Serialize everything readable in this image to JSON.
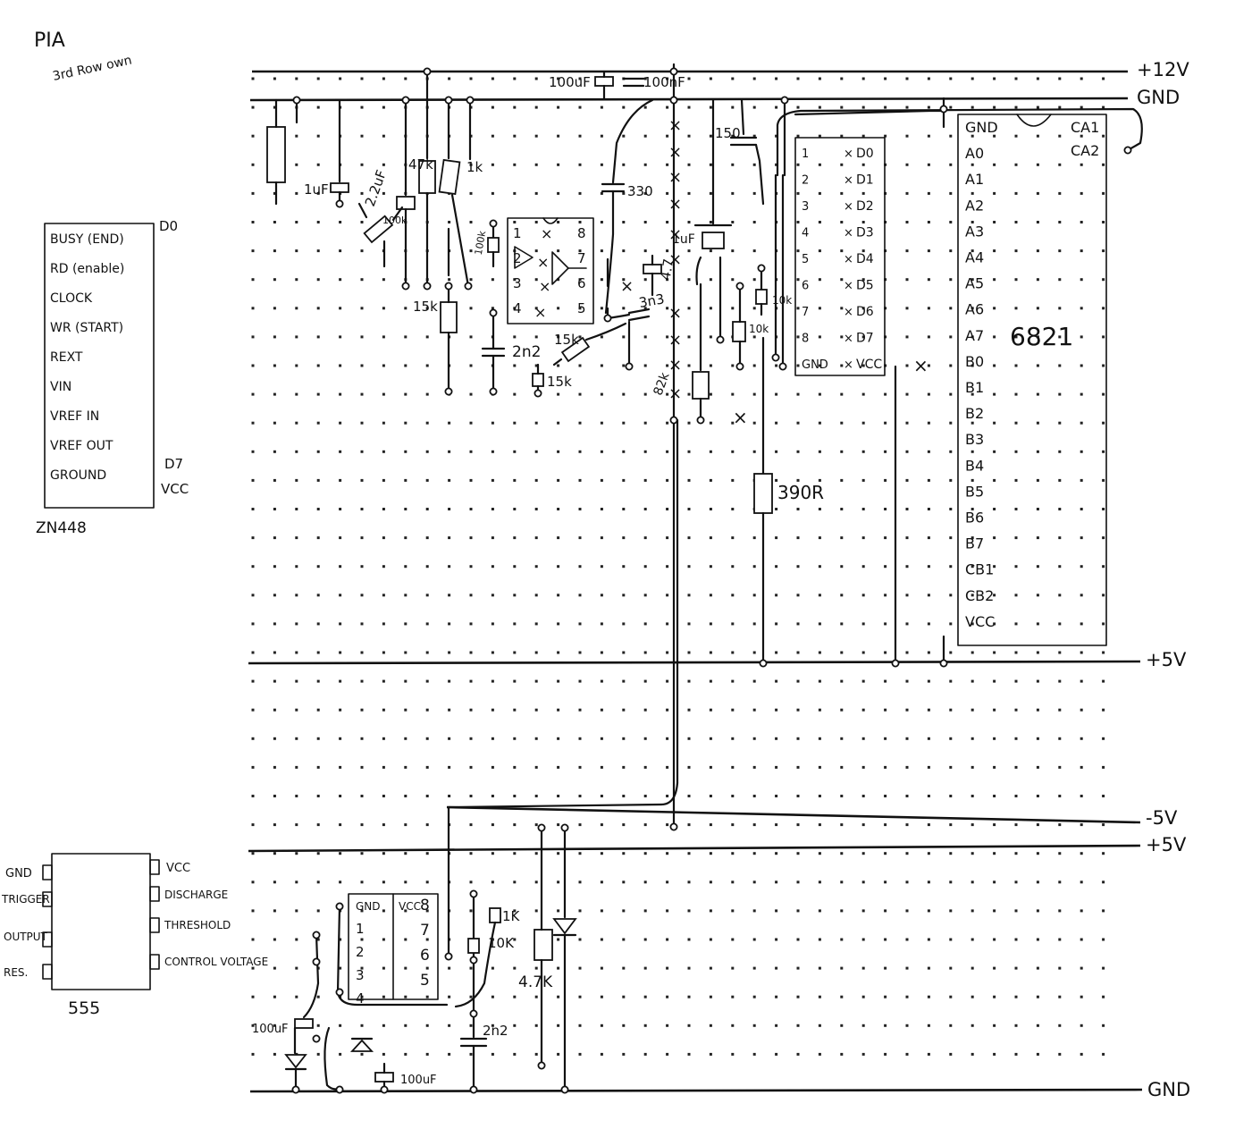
{
  "header": {
    "title": "PIA",
    "subtitle": "3rd Row own"
  },
  "rails": {
    "plus12v": "+12V",
    "gnd_top": "GND",
    "plus5v_mid": "+5V",
    "minus5v": "-5V",
    "plus5v_low": "+5V",
    "gnd_bottom": "GND"
  },
  "adc_pinout": {
    "part": "ZN448",
    "left_pins": [
      "BUSY (END)",
      "RD (enable)",
      "CLOCK",
      "WR (START)",
      "REXT",
      "VIN",
      "VREF IN",
      "VREF OUT",
      "GROUND"
    ],
    "right_pins": [
      "D0",
      "D7",
      "VCC"
    ]
  },
  "timer_pinout": {
    "part": "555",
    "left_pins": [
      "GND",
      "TRIGGER",
      "OUTPUT",
      "RES."
    ],
    "right_pins": [
      "VCC",
      "DISCHARGE",
      "THRESHOLD",
      "CONTROL VOLTAGE"
    ]
  },
  "components": {
    "c_100uf_top": "100uF",
    "c_100nf_top": "100nF",
    "c_1uf": "1uF",
    "c_22uf": "2.2uF",
    "r_100k": "100k",
    "r_47k": "47k",
    "r_1k": "1k",
    "c_330": "330",
    "r_100k_small": "100k",
    "r_15k_a": "15k",
    "c_2n2_a": "2n2",
    "pot_15k": "15k",
    "r_15k_b": "15k",
    "c_3n3": "3n3",
    "c_47": "4.7",
    "r_82k": "82k",
    "c_1uf_b": "1uF",
    "r_150": "150",
    "r_10k_a": "10k",
    "r_10k_b": "10k",
    "r_390r": "390R",
    "r_1k_b": "1K",
    "r_10k_c": "10K",
    "r_47k_b": "4.7K",
    "c_2n2_b": "2n2",
    "c_100uf_a": "100uF",
    "c_100uf_b": "100uF"
  },
  "opamp_ic": {
    "pins_left": [
      "1",
      "2",
      "3",
      "4"
    ],
    "pins_right": [
      "8",
      "7",
      "6",
      "5"
    ]
  },
  "adc_ic": {
    "pins_left": [
      "1",
      "2",
      "3",
      "4",
      "5",
      "6",
      "7",
      "8",
      "GND"
    ],
    "pins_right": [
      "D0",
      "D1",
      "D2",
      "D3",
      "D4",
      "D5",
      "D6",
      "D7",
      "VCC"
    ]
  },
  "pia_ic": {
    "part": "6821",
    "pins": [
      "GND",
      "A0",
      "A1",
      "A2",
      "A3",
      "A4",
      "A5",
      "A6",
      "A7",
      "B0",
      "B1",
      "B2",
      "B3",
      "B4",
      "B5",
      "B6",
      "B7",
      "CB1",
      "CB2",
      "VCC"
    ],
    "right_pins": [
      "CA1",
      "CA2"
    ]
  },
  "timer_ic": {
    "pins_left": [
      "1",
      "2",
      "3",
      "4"
    ],
    "pins_right": [
      "8",
      "7",
      "6",
      "5"
    ],
    "top_left": "GND",
    "top_right": "VCC"
  }
}
